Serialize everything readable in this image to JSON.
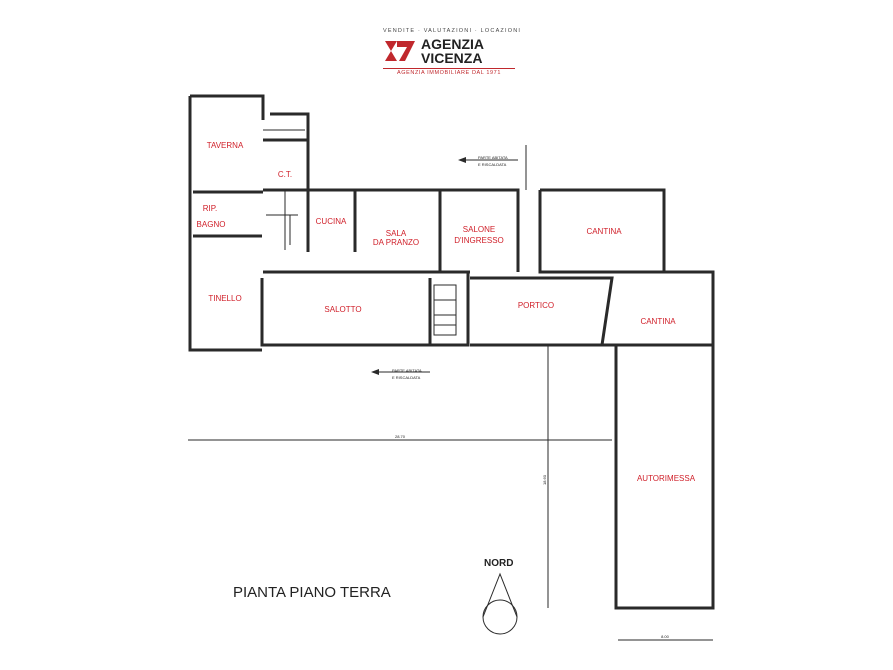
{
  "logo": {
    "tagline": "VENDITE · VALUTAZIONI · LOCAZIONI",
    "name_line1": "AGENZIA",
    "name_line2": "VICENZA",
    "subtitle": "AGENZIA IMMOBILIARE DAL 1971",
    "brand_color": "#c0282d",
    "icon": "agenzia-vicenza-logo-mark"
  },
  "plan": {
    "title": "PIANTA PIANO TERRA",
    "north_label": "NORD",
    "rooms": {
      "taverna": "TAVERNA",
      "ct": "C.T.",
      "rip": "RIP.",
      "bagno": "BAGNO",
      "cucina": "CUCINA",
      "sala_1": "SALA",
      "sala_2": "DA PRANZO",
      "salone_1": "SALONE",
      "salone_2": "D'INGRESSO",
      "cantina_top": "CANTINA",
      "tinello": "TINELLO",
      "salotto": "SALOTTO",
      "portico": "PORTICO",
      "cantina_mid": "CANTINA",
      "autorimessa": "AUTORIMESSA"
    },
    "notes": {
      "top_1": "PARTE ABITATA",
      "top_2": "E RISCALDATA",
      "bottom_1": "PARTE ABITATA",
      "bottom_2": "E RISCALDATA"
    },
    "dimensions": {
      "horizontal": "28.70",
      "vertical": "18.60",
      "bottom": "8.00"
    },
    "colors": {
      "wall": "#2a2a2a",
      "label": "#d0202a"
    }
  }
}
